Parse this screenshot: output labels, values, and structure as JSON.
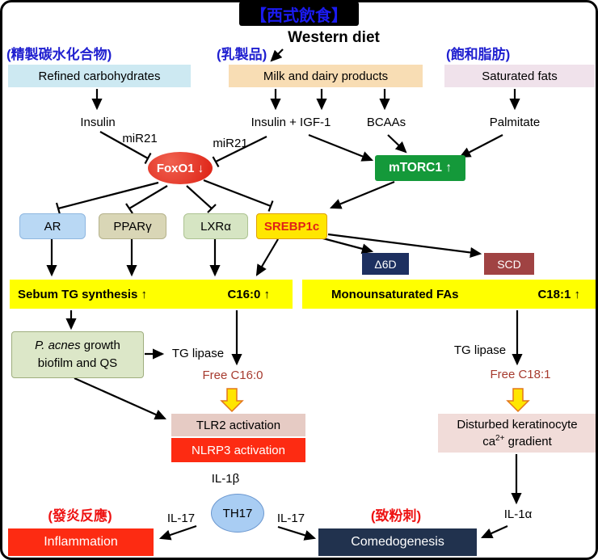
{
  "title": {
    "zh": "【西式飲食】",
    "en": "Western diet"
  },
  "sources": {
    "refined": {
      "zh": "(精製碳水化合物)",
      "label": "Refined carbohydrates"
    },
    "dairy": {
      "zh": "(乳製品)",
      "label": "Milk and dairy products"
    },
    "satfat": {
      "zh": "(飽和脂肪)",
      "label": "Saturated fats"
    }
  },
  "mediators": {
    "insulin": "Insulin",
    "mir21_a": "miR21",
    "mir21_b": "miR21",
    "insulin_igf1": "Insulin + IGF-1",
    "bcaas": "BCAAs",
    "palmitate": "Palmitate"
  },
  "hubs": {
    "foxo1": "FoxO1 ↓",
    "mtorc1": "mTORC1 ↑"
  },
  "factors": {
    "ar": "AR",
    "pparg": "PPARγ",
    "lxra": "LXRα",
    "srebp1c": "SREBP1c"
  },
  "enzymes": {
    "d6d": "Δ6D",
    "scd": "SCD"
  },
  "bars": {
    "left": {
      "a": "Sebum TG synthesis ↑",
      "b": "C16:0 ↑"
    },
    "right": {
      "a": "Monounsaturated FAs",
      "b": "C18:1 ↑"
    }
  },
  "pacnes": {
    "italic": "P. acnes",
    "rest": " growth",
    "line2": "biofilm and QS"
  },
  "lipase_left": "TG lipase",
  "lipase_right": "TG lipase",
  "free_c16": "Free C16:0",
  "free_c18": "Free C18:1",
  "tlr2": "TLR2 activation",
  "nlrp3": "NLRP3 activation",
  "keratinocyte": {
    "line1": "Disturbed keratinocyte",
    "pre": "ca",
    "sup": "2+",
    "post": " gradient"
  },
  "cytokines": {
    "il1b": "IL-1β",
    "th17": "TH17",
    "il17_left": "IL-17",
    "il17_right": "IL-17",
    "il1a": "IL-1α"
  },
  "outcomes": {
    "inflammation_zh": "(發炎反應)",
    "inflammation": "Inflammation",
    "comedo_zh": "(致粉刺)",
    "comedogenesis": "Comedogenesis"
  },
  "colors": {
    "chinese_blue": "#2020d0",
    "chinese_red": "#ee1212",
    "foxo1_red": "#dd1f12",
    "mtorc1_green": "#14993a",
    "srebp1c_yellow": "#ffe600",
    "highlight_yellow": "#ffff00",
    "alert_red": "#fd2b12",
    "navy": "#21324e",
    "scd_brick": "#a04343",
    "d6d_navy": "#1d3060"
  }
}
